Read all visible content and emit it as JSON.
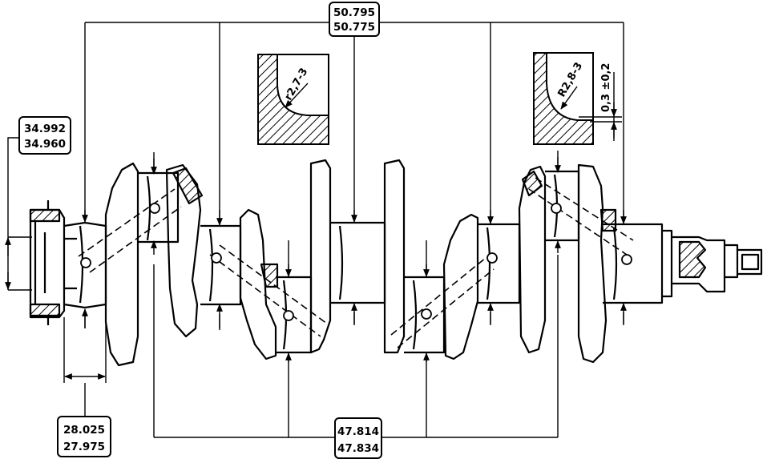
{
  "drawing": {
    "main_journal_diameter": {
      "max": "50.795",
      "min": "50.775"
    },
    "front_end_diameter": {
      "max": "34.992",
      "min": "34.960"
    },
    "journal_width": {
      "max": "28.025",
      "min": "27.975"
    },
    "crankpin_diameter": {
      "max": "47.814",
      "min": "47.834"
    },
    "fillet_left": "r2,7-3",
    "fillet_right": "R2,8-3",
    "fillet_depth": "0,3 ±0,2"
  },
  "colors": {
    "ink": "#000000",
    "paper": "#ffffff"
  }
}
